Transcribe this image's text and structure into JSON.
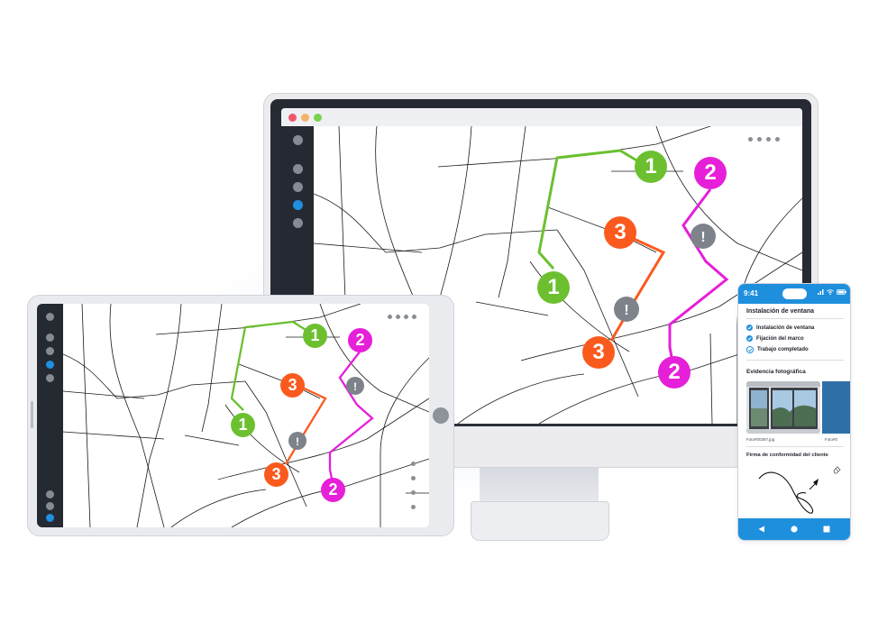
{
  "colors": {
    "route_1": "#6cc02f",
    "route_2": "#e61fd8",
    "route_3": "#fb5a1e",
    "warning": "#7e828a",
    "accent": "#1e8fdd",
    "sidebar": "#252932"
  },
  "routes": {
    "label_1": "1",
    "label_2": "2",
    "label_3": "3",
    "warning_icon": "alert-triangle-icon"
  },
  "phone": {
    "status_time": "9:41",
    "title": "Instalación de ventana",
    "checklist": [
      {
        "label": "Instalación de ventana",
        "checked": true
      },
      {
        "label": "Fijación del marco",
        "checked": true
      },
      {
        "label": "Trabajo completado",
        "checked": false
      }
    ],
    "photo_section": "Evidencia fotográfica",
    "photo_caption_1": "Foto#00367.jpg",
    "photo_caption_2": "Foto#0",
    "signature_section": "Firma de conformidad del cliente",
    "nav_icons": [
      "back-triangle-icon",
      "home-circle-icon",
      "recent-square-icon"
    ]
  }
}
